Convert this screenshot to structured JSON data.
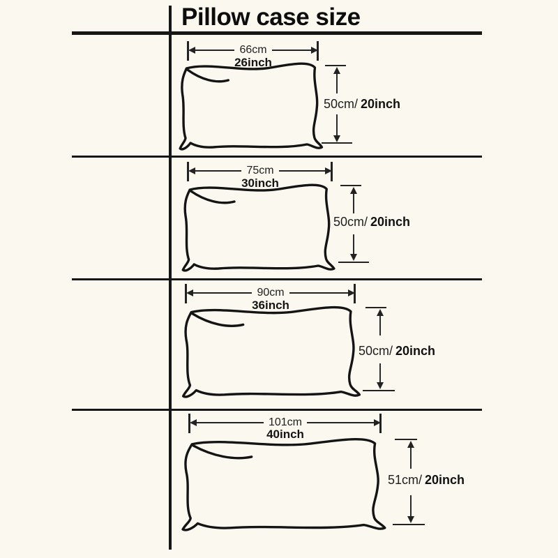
{
  "title": "Pillow case size",
  "colors": {
    "background": "#fbf9ef",
    "line": "#161616",
    "text": "#1b1b1b"
  },
  "sections": [
    {
      "width_cm": "66cm",
      "width_inch": "26inch",
      "height_cm": "50cm/",
      "height_inch": "20inch"
    },
    {
      "width_cm": "75cm",
      "width_inch": "30inch",
      "height_cm": "50cm/",
      "height_inch": "20inch"
    },
    {
      "width_cm": "90cm",
      "width_inch": "36inch",
      "height_cm": "50cm/",
      "height_inch": "20inch"
    },
    {
      "width_cm": "101cm",
      "width_inch": "40inch",
      "height_cm": "51cm/",
      "height_inch": "20inch"
    }
  ]
}
